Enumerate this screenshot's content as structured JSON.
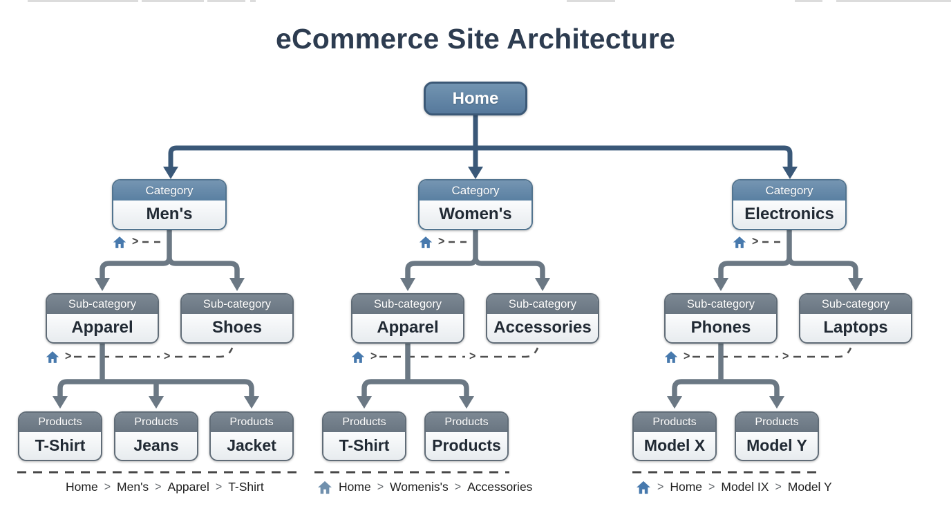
{
  "page": {
    "title": "eCommerce Site Architecture"
  },
  "glyphs": {
    "chevron": ">"
  },
  "root": {
    "label": "Home"
  },
  "branches": [
    {
      "category": {
        "type_label": "Category",
        "label": "Men's"
      },
      "subcategories": [
        {
          "type_label": "Sub-category",
          "label": "Apparel"
        },
        {
          "type_label": "Sub-category",
          "label": "Shoes"
        }
      ],
      "products": [
        {
          "type_label": "Products",
          "label": "T-Shirt"
        },
        {
          "type_label": "Products",
          "label": "Jeans"
        },
        {
          "type_label": "Products",
          "label": "Jacket"
        }
      ],
      "breadcrumb": {
        "parts": [
          "Home",
          "Men's",
          "Apparel",
          "T-Shirt"
        ]
      }
    },
    {
      "category": {
        "type_label": "Category",
        "label": "Women's"
      },
      "subcategories": [
        {
          "type_label": "Sub-category",
          "label": "Apparel"
        },
        {
          "type_label": "Sub-category",
          "label": "Accessories"
        }
      ],
      "products": [
        {
          "type_label": "Products",
          "label": "T-Shirt"
        },
        {
          "type_label": "Products",
          "label": "Products"
        }
      ],
      "breadcrumb": {
        "parts": [
          "Home",
          "Womenis's",
          "Accessories"
        ]
      }
    },
    {
      "category": {
        "type_label": "Category",
        "label": "Electronics"
      },
      "subcategories": [
        {
          "type_label": "Sub-category",
          "label": "Phones"
        },
        {
          "type_label": "Sub-category",
          "label": "Laptops"
        }
      ],
      "products": [
        {
          "type_label": "Products",
          "label": "Model X"
        },
        {
          "type_label": "Products",
          "label": "Model Y"
        }
      ],
      "breadcrumb": {
        "parts": [
          "Home",
          "Model IX",
          "Model Y"
        ]
      }
    }
  ],
  "colors": {
    "node_blue": "#5b82a6",
    "connector_blue": "#3a5878",
    "node_gray": "#6e7b88",
    "connector_gray": "#6b7884",
    "title_text": "#2d3c50",
    "home_icon_blue": "#4779ad"
  }
}
